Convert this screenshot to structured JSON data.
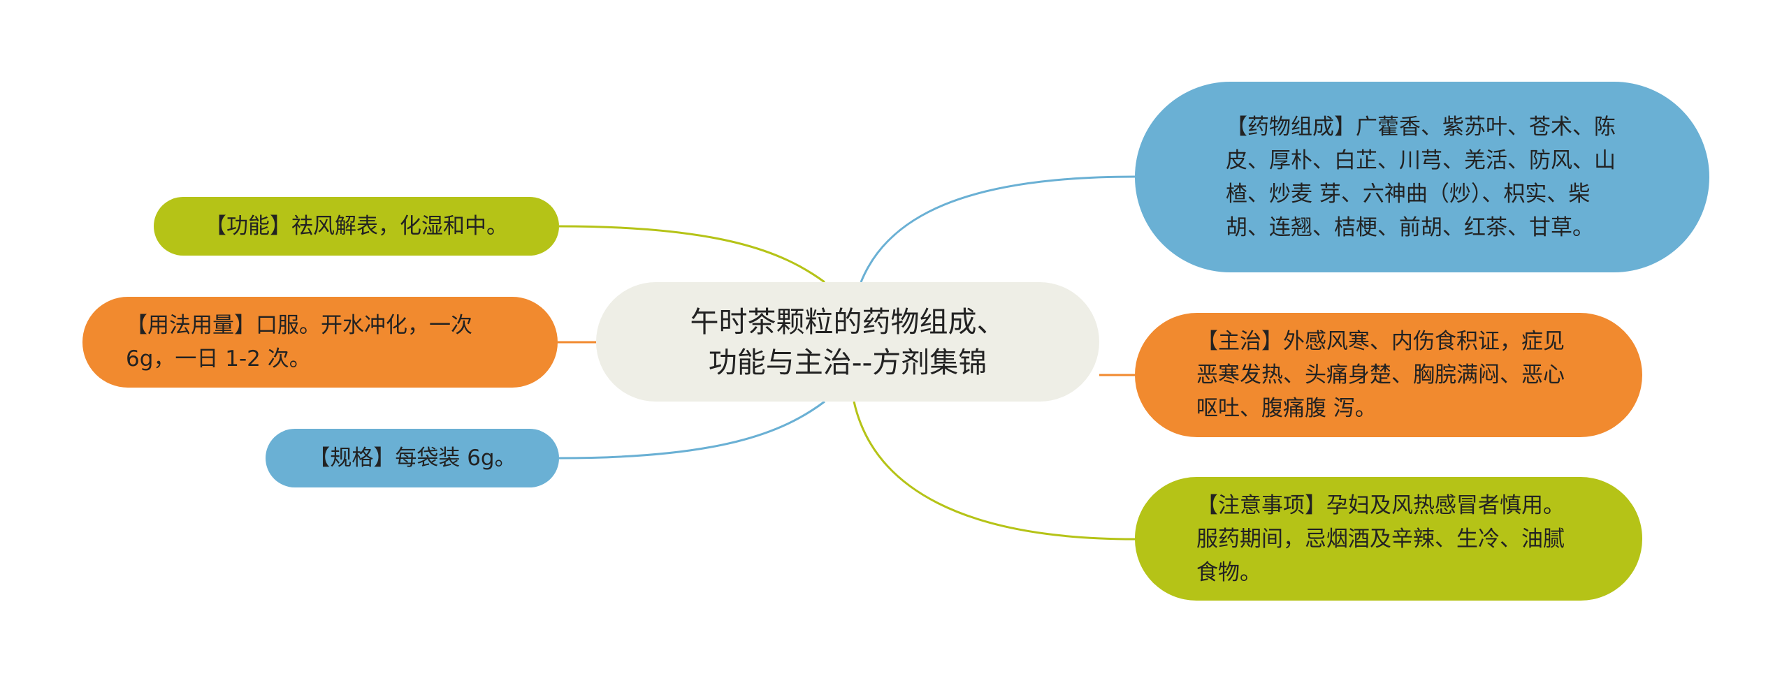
{
  "colors": {
    "green": "#b5c317",
    "orange": "#f18a2f",
    "blue": "#6ab0d4",
    "center": "#eeeee6"
  },
  "center": {
    "text": "午时茶颗粒的药物组成、\n功能与主治--方剂集锦"
  },
  "nodes": {
    "function": {
      "text": "【功能】祛风解表，化湿和中。",
      "color": "green"
    },
    "usage": {
      "text": "【用法用量】口服。开水冲化，一次 6g，一日 1-2 次。",
      "color": "orange"
    },
    "spec": {
      "text": "【规格】每袋装 6g。",
      "color": "blue"
    },
    "composition": {
      "text": "【药物组成】广藿香、紫苏叶、苍术、陈皮、厚朴、白芷、川芎、羌活、防风、山楂、炒麦 芽、六神曲（炒）、枳实、柴胡、连翘、桔梗、前胡、红茶、甘草。",
      "color": "blue"
    },
    "indication": {
      "text": "【主治】外感风寒、内伤食积证，症见恶寒发热、头痛身楚、胸脘满闷、恶心呕吐、腹痛腹 泻。",
      "color": "orange"
    },
    "notes": {
      "text": "【注意事项】孕妇及风热感冒者慎用。服药期间，忌烟酒及辛辣、生冷、油腻食物。",
      "color": "green"
    }
  }
}
